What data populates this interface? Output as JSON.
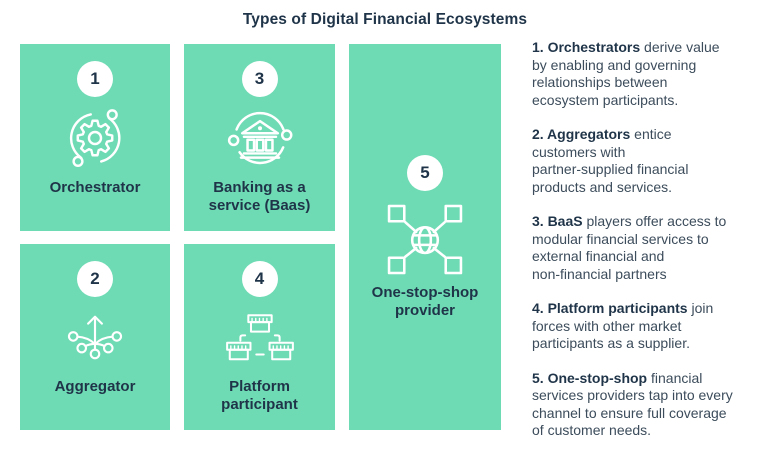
{
  "title": "Types of Digital Financial Ecosystems",
  "colors": {
    "card_background": "#6fdbb5",
    "heading_navy": "#1f3448",
    "body_text": "#3c4c5b",
    "icon_white": "#ffffff"
  },
  "cards": [
    {
      "number": "1",
      "label": "Orchestrator",
      "icon": "gear-sync-icon"
    },
    {
      "number": "2",
      "label": "Aggregator",
      "icon": "merge-branches-icon"
    },
    {
      "number": "3",
      "label": "Banking as a service (Baas)",
      "icon": "bank-sync-icon"
    },
    {
      "number": "4",
      "label": "Platform participant",
      "icon": "market-stalls-icon"
    },
    {
      "number": "5",
      "label": "One-stop-shop provider",
      "icon": "globe-network-icon"
    }
  ],
  "descriptions": [
    {
      "lead": "1. Orchestrators",
      "first_rest": " derive value",
      "cont": [
        "by enabling and governing",
        "relationships between",
        "ecosystem participants."
      ]
    },
    {
      "lead": "2. Aggregators",
      "first_rest": " entice",
      "cont": [
        "customers with",
        "partner-supplied financial",
        "products and services."
      ]
    },
    {
      "lead": "3. BaaS",
      "first_rest": " players offer access to",
      "cont": [
        "modular financial services to",
        "external financial and",
        "non-financial partners"
      ]
    },
    {
      "lead": "4. Platform participants",
      "first_rest": " join",
      "cont": [
        "forces with other market",
        "participants as a supplier."
      ]
    },
    {
      "lead": "5. One-stop-shop",
      "first_rest": " financial",
      "cont": [
        "services providers tap into every",
        "channel to ensure full coverage",
        "of customer needs."
      ]
    }
  ]
}
